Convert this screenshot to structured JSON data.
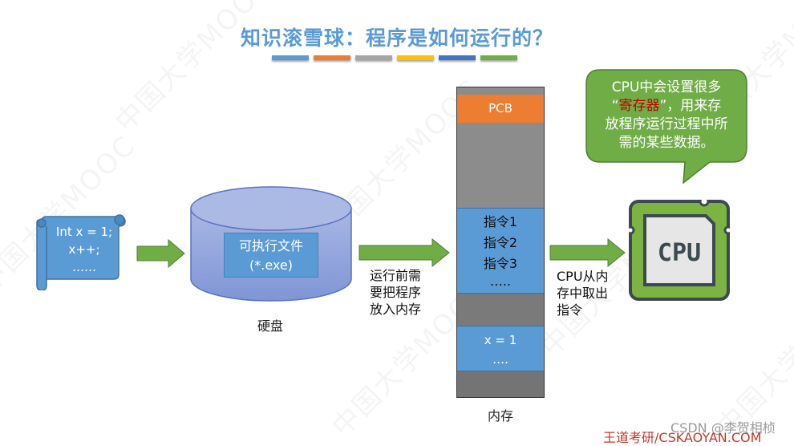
{
  "title": "知识滚雪球：程序是如何运行的？",
  "title_color": "#5b9bd5",
  "color_bars": [
    "#5b9bd5",
    "#ed7d31",
    "#a5a5a5",
    "#ffc000",
    "#4472c4",
    "#70ad47"
  ],
  "source_code": {
    "lines": [
      "Int x = 1;",
      "x++;",
      "……"
    ],
    "icon": "scroll-icon"
  },
  "disk": {
    "file_label": "可执行文件",
    "file_ext": "(*.exe)",
    "caption": "硬盘",
    "icon": "disk-cylinder-icon"
  },
  "arrow1_label": [
    "运行前需",
    "要把程序",
    "放入内存"
  ],
  "memory": {
    "caption": "内存",
    "pcb_label": "PCB",
    "instructions": [
      "指令1",
      "指令2",
      "指令3",
      "….."
    ],
    "data": [
      "x = 1",
      "…."
    ]
  },
  "arrow2_label": [
    "CPU从内",
    "存中取出",
    "指令"
  ],
  "callout": {
    "line1": "CPU中会设置很多",
    "quote_open": "“",
    "highlight": "寄存器",
    "quote_close": "”，用来存",
    "line3": "放程序运行过程中所",
    "line4": "需的某些数据。",
    "highlight_color": "#c00000"
  },
  "cpu_icon": {
    "label": "CPU",
    "icon": "cpu-chip-icon"
  },
  "footer": {
    "brand": "王道考研/CSKAOYAN.COM",
    "watermark": "CSDN @李贺相桢"
  },
  "bg_watermark": "中国大学MOOC"
}
